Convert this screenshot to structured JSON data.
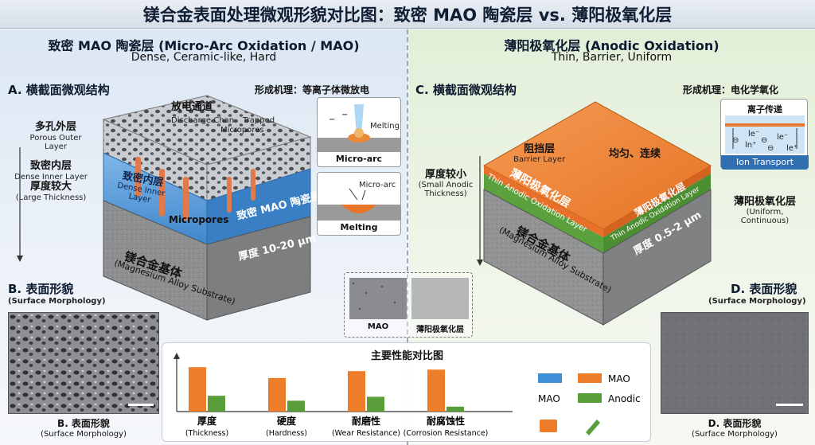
{
  "title": "镁合金表面处理微观形貌对比图：致密 MAO 陶瓷层 vs. 薄阳极氧化层",
  "left": {
    "header_cn": "致密 MAO 陶瓷层 (Micro-Arc Oxidation / MAO)",
    "header_en": "Dense, Ceramic-like, Hard",
    "section_a": "A. 横截面微观结构",
    "mechanism": "形成机理：等离子体微放电",
    "labels": {
      "porous_cn": "多孔外层",
      "porous_en": "Porous Outer Layer",
      "dense_cn": "致密内层",
      "dense_en": "Dense Inner Layer",
      "thick_cn": "厚度较大",
      "thick_en": "(Large Thickness)",
      "discharge_cn": "放电通道",
      "discharge_en": "Discharge Chan",
      "trapped_en1": "Trapped",
      "trapped_en2": "Micropores",
      "inner_cn": "致密内层",
      "inner_en1": "Dense Inner",
      "inner_en2": "Layer",
      "micropores": "Micropores",
      "mao_layer": "致密 MAO 陶瓷层",
      "thickness": "厚度 10-20 μm",
      "substrate_cn": "镁合金基体",
      "substrate_en": "(Magnesium Alloy Substrate)"
    },
    "insets": {
      "melting1": "Melting",
      "microarc": "Micro-arc",
      "microarc2": "Micro-arc",
      "melting2": "Melting"
    },
    "section_b": "B. 表面形貌",
    "section_b_en": "(Surface Morphology)",
    "caption_cn": "B. 表面形貌",
    "caption_en": "(Surface Morphology)"
  },
  "right": {
    "header_cn": "薄阳极氧化层 (Anodic Oxidation)",
    "header_en": "Thin, Barrier, Uniform",
    "section_c": "C. 横截面微观结构",
    "mechanism": "形成机理：电化学氧化",
    "labels": {
      "barrier_cn": "阻挡层",
      "barrier_en": "Barrier Layer",
      "uniform": "均匀、连续",
      "thin_cn": "厚度较小",
      "thin_en1": "(Small Anodic",
      "thin_en2": "Thickness)",
      "thin_layer_cn": "薄阳极氧化层",
      "thin_layer_en": "Thin Anodic Oxidation Layer",
      "right_layer_cn": "薄阳极氧化层",
      "right_layer_en": "Thin Anodic Oxidation Layer",
      "thickness": "厚度 0.5-2 μm",
      "substrate_cn": "镁合金基体",
      "substrate_en": "(Magnesium Alloy Substrate)",
      "side_cn": "薄阳极氧化层",
      "side_en": "(Uniform, Continuous)"
    },
    "ion_box": {
      "title": "离子传递",
      "ions": [
        "le⁻",
        "ln⁺",
        "le⁻",
        "le⁺",
        "⊖",
        "⊖",
        "⊖"
      ],
      "caption": "Ion Transport"
    },
    "section_d": "D. 表面形貌",
    "section_d_en": "(Surface Morphology)",
    "caption_cn": "D. 表面形貌",
    "caption_en": "(Surface Morphology)"
  },
  "center_samples": {
    "mao": "MAO",
    "anodic": "薄阳极氧化层"
  },
  "colors": {
    "mao": "#ee7d2a",
    "anodic": "#5a9e3c",
    "blue": "#3f8fd6",
    "substrate": "#8c8c8c"
  },
  "chart_data": {
    "type": "bar",
    "title": "主要性能对比图",
    "categories": [
      "厚度",
      "硬度",
      "耐磨性",
      "耐腐蚀性"
    ],
    "categories_en": [
      "(Thickness)",
      "(Hardness)",
      "(Wear Resistance)",
      "(Corrosion Resistance)"
    ],
    "series": [
      {
        "name": "MAO",
        "values": [
          0.9,
          0.68,
          0.82,
          0.85
        ]
      },
      {
        "name": "Anodic",
        "values": [
          0.32,
          0.22,
          0.3,
          0.1
        ]
      }
    ],
    "ylim": [
      0,
      1
    ],
    "legend": {
      "row1": [
        "",
        "MAO"
      ],
      "row2": [
        "MAO",
        "Anodic"
      ]
    },
    "legend_placement": "right"
  }
}
